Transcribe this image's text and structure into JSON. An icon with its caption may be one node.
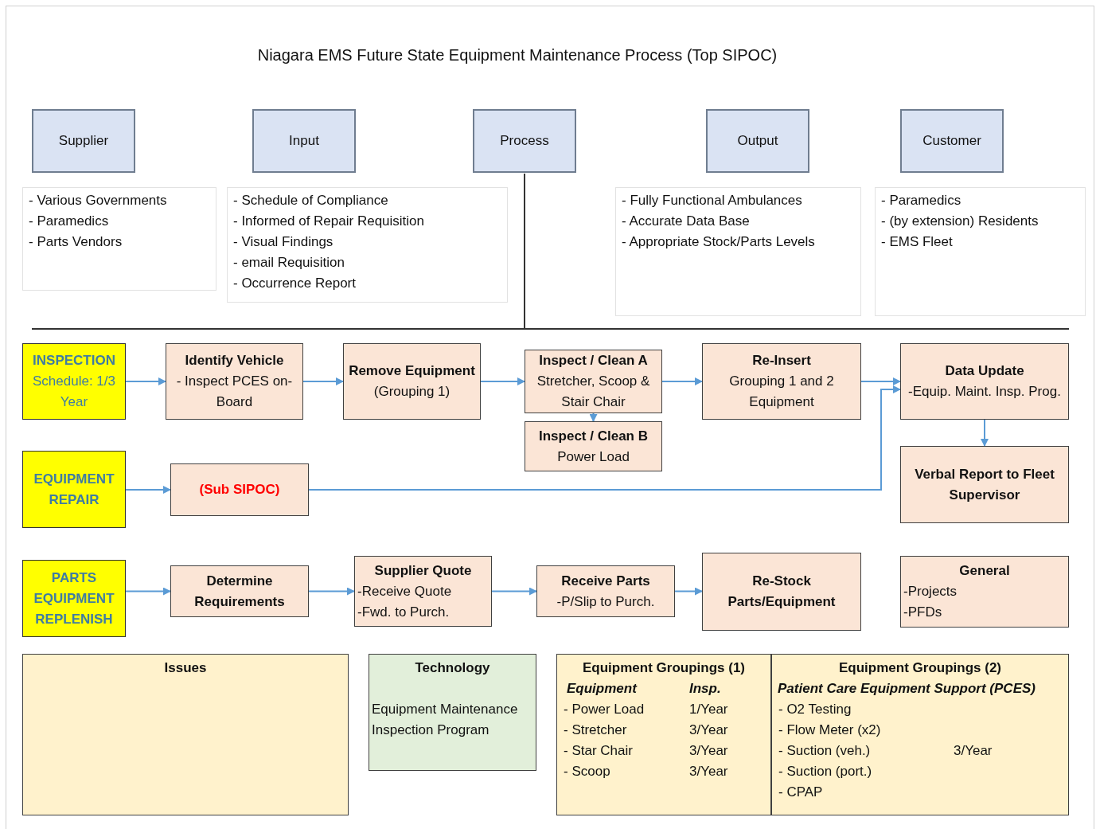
{
  "diagram": {
    "title": "Niagara EMS Future State Equipment Maintenance Process (Top SIPOC)",
    "nodes": [
      {
        "text": [
          "Supplier"
        ]
      },
      {
        "text": [
          "Input"
        ]
      },
      {
        "text": [
          "Process"
        ]
      },
      {
        "text": [
          "Output"
        ]
      },
      {
        "text": [
          "Customer"
        ]
      },
      {
        "text": [
          "- Various Governments",
          "- Paramedics",
          "- Parts Vendors"
        ]
      },
      {
        "text": [
          "- Schedule of Compliance",
          "- Informed of Repair Requisition",
          "- Visual Findings",
          "- email Requisition",
          "- Occurrence Report"
        ]
      },
      {
        "text": [
          "- Fully Functional Ambulances",
          "- Accurate Data Base",
          "- Appropriate Stock/Parts Levels"
        ]
      },
      {
        "text": [
          "- Paramedics",
          "- (by extension) Residents",
          "- EMS Fleet"
        ]
      },
      {
        "text": [
          "INSPECTION",
          "Schedule: 1/3 Year"
        ]
      },
      {
        "text": [
          "Identify Vehicle",
          "- Inspect PCES on-Board"
        ]
      },
      {
        "text": [
          "Remove Equipment",
          "(Grouping 1)"
        ]
      },
      {
        "text": [
          "Inspect / Clean A",
          "Stretcher, Scoop & Stair Chair"
        ]
      },
      {
        "text": [
          "Inspect / Clean B",
          "Power Load"
        ]
      },
      {
        "text": [
          "Re-Insert",
          "Grouping 1 and 2 Equipment"
        ]
      },
      {
        "text": [
          "Data Update",
          "-Equip. Maint. Insp. Prog."
        ]
      },
      {
        "text": [
          "Verbal Report to Fleet Supervisor"
        ]
      },
      {
        "text": [
          "EQUIPMENT REPAIR"
        ]
      },
      {
        "text": [
          "(Sub SIPOC)"
        ]
      },
      {
        "text": [
          "PARTS EQUIPMENT REPLENISH"
        ]
      },
      {
        "text": [
          "Determine Requirements"
        ]
      },
      {
        "text": [
          "Supplier Quote",
          "-Receive Quote",
          "-Fwd. to Purch."
        ]
      },
      {
        "text": [
          "Receive Parts",
          "-P/Slip to Purch."
        ]
      },
      {
        "text": [
          "Re-Stock Parts/Equipment"
        ]
      },
      {
        "text": [
          "General",
          "-Projects",
          "-PFDs"
        ]
      },
      {
        "text": [
          "Issues"
        ]
      },
      {
        "text": [
          "Technology",
          "Equipment Maintenance Inspection Program"
        ]
      },
      {
        "text": [
          "Equipment Groupings (1)",
          "Equipment",
          "Insp.",
          "- Power Load",
          "1/Year",
          "- Stretcher",
          "3/Year",
          "- Star Chair",
          "3/Year",
          "- Scoop",
          "3/Year"
        ]
      },
      {
        "text": [
          "Equipment Groupings (2)",
          "Patient Care Equipment Support (PCES)",
          "- O2 Testing",
          "- Flow Meter (x2)",
          "- Suction (veh.)",
          "- Suction (port.)",
          "- CPAP",
          "3/Year"
        ]
      }
    ],
    "edges": [
      {
        "from": 9,
        "to": 10,
        "arrow": "to"
      },
      {
        "from": 10,
        "to": 11,
        "arrow": "to"
      },
      {
        "from": 11,
        "to": 12,
        "arrow": "to"
      },
      {
        "from": 12,
        "to": 13,
        "arrow": "to"
      },
      {
        "from": 12,
        "to": 14,
        "arrow": "to"
      },
      {
        "from": 14,
        "to": 15,
        "arrow": "to"
      },
      {
        "from": 15,
        "to": 16,
        "arrow": "to"
      },
      {
        "from": 17,
        "to": 18,
        "arrow": "to"
      },
      {
        "from": 18,
        "to": 15,
        "arrow": "to"
      },
      {
        "from": 19,
        "to": 20,
        "arrow": "to"
      },
      {
        "from": 20,
        "to": 21,
        "arrow": "to"
      },
      {
        "from": 21,
        "to": 22,
        "arrow": "to"
      },
      {
        "from": 22,
        "to": 23,
        "arrow": "to"
      }
    ]
  }
}
